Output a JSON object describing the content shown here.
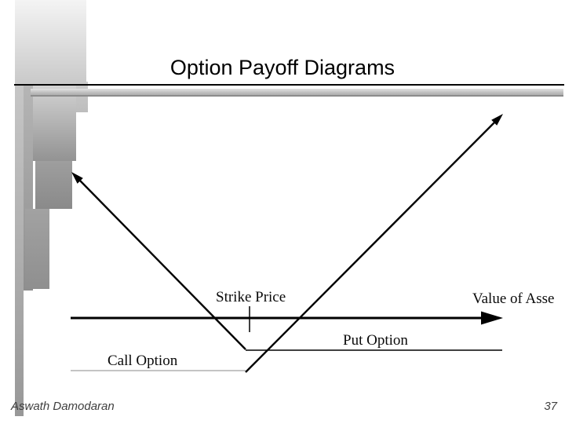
{
  "slide_title": "Option Payoff Diagrams",
  "diagram": {
    "strike_price_label": "Strike Price",
    "value_axis_label": "Value of Asse",
    "put_option_label": "Put Option",
    "call_option_label": "Call Option",
    "colors": {
      "line": "#000000",
      "call_zero_segment": "#b0b0b0"
    }
  },
  "footer": {
    "author": "Aswath Damodaran",
    "page_number": "37"
  }
}
